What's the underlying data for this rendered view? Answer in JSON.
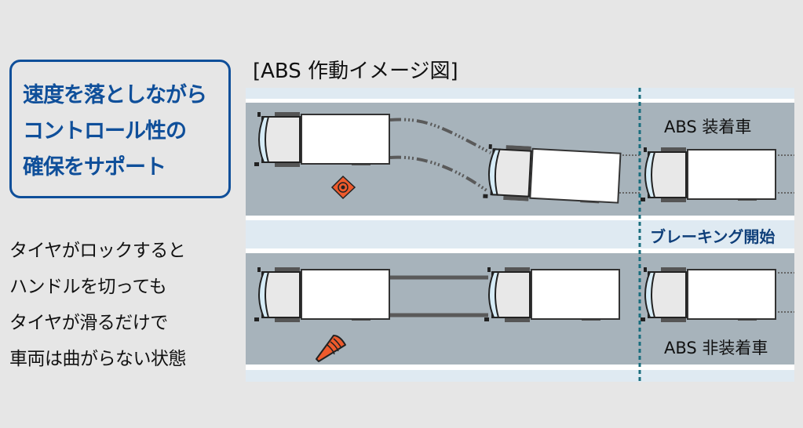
{
  "callout": {
    "lines": [
      "速度を落としながら",
      "コントロール性の",
      "確保をサポート"
    ],
    "color": "#0f4f9a"
  },
  "description": {
    "lines": [
      "タイヤがロックすると",
      "ハンドルを切っても",
      "タイヤが滑るだけで",
      "車両は曲がらない状態"
    ]
  },
  "diagram": {
    "title": "[ABS 作動イメージ図]",
    "abs_equipped_label": "ABS 装着車",
    "abs_not_equipped_label": "ABS 非装着車",
    "braking_start_label": "ブレーキング開始",
    "colors": {
      "road": "#a7b3bb",
      "lane_strip": "#dfeaf2",
      "braking_line": "#1a6e7e",
      "cone": "#ee5a2c"
    }
  }
}
